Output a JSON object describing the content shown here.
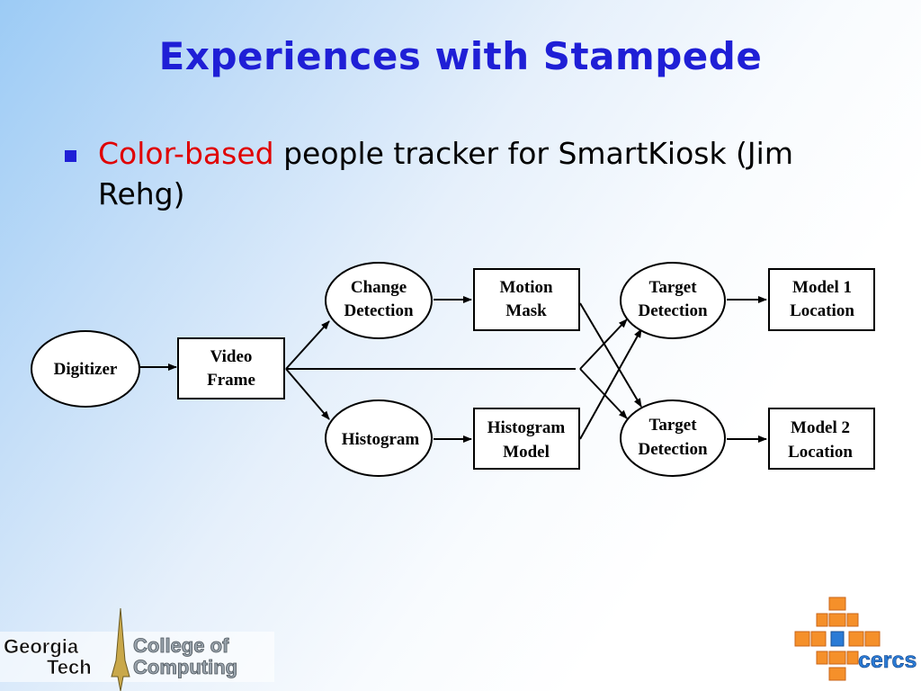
{
  "slide": {
    "title": "Experiences with Stampede",
    "bullet": {
      "highlight": "Color-based",
      "text": " people tracker for SmartKiosk (Jim Rehg)"
    }
  },
  "diagram": {
    "nodes": {
      "digitizer": [
        "Digitizer"
      ],
      "video_frame": [
        "Video",
        "Frame"
      ],
      "change_detection": [
        "Change",
        "Detection"
      ],
      "histogram": [
        "Histogram"
      ],
      "motion_mask": [
        "Motion",
        "Mask"
      ],
      "histogram_model": [
        "Histogram",
        "Model"
      ],
      "target_detection_1": [
        "Target",
        "Detection"
      ],
      "target_detection_2": [
        "Target",
        "Detection"
      ],
      "model1_location": [
        "Model 1",
        "Location"
      ],
      "model2_location": [
        "Model 2",
        "Location"
      ]
    }
  },
  "logos": {
    "gatech": [
      "Georgia",
      "Tech",
      "College of",
      "Computing"
    ],
    "cercs": "cercs"
  },
  "colors": {
    "title": "#1f1fd6",
    "highlight": "#e00000",
    "cercs_orange": "#f5902a",
    "cercs_blue": "#2a7bd6"
  }
}
